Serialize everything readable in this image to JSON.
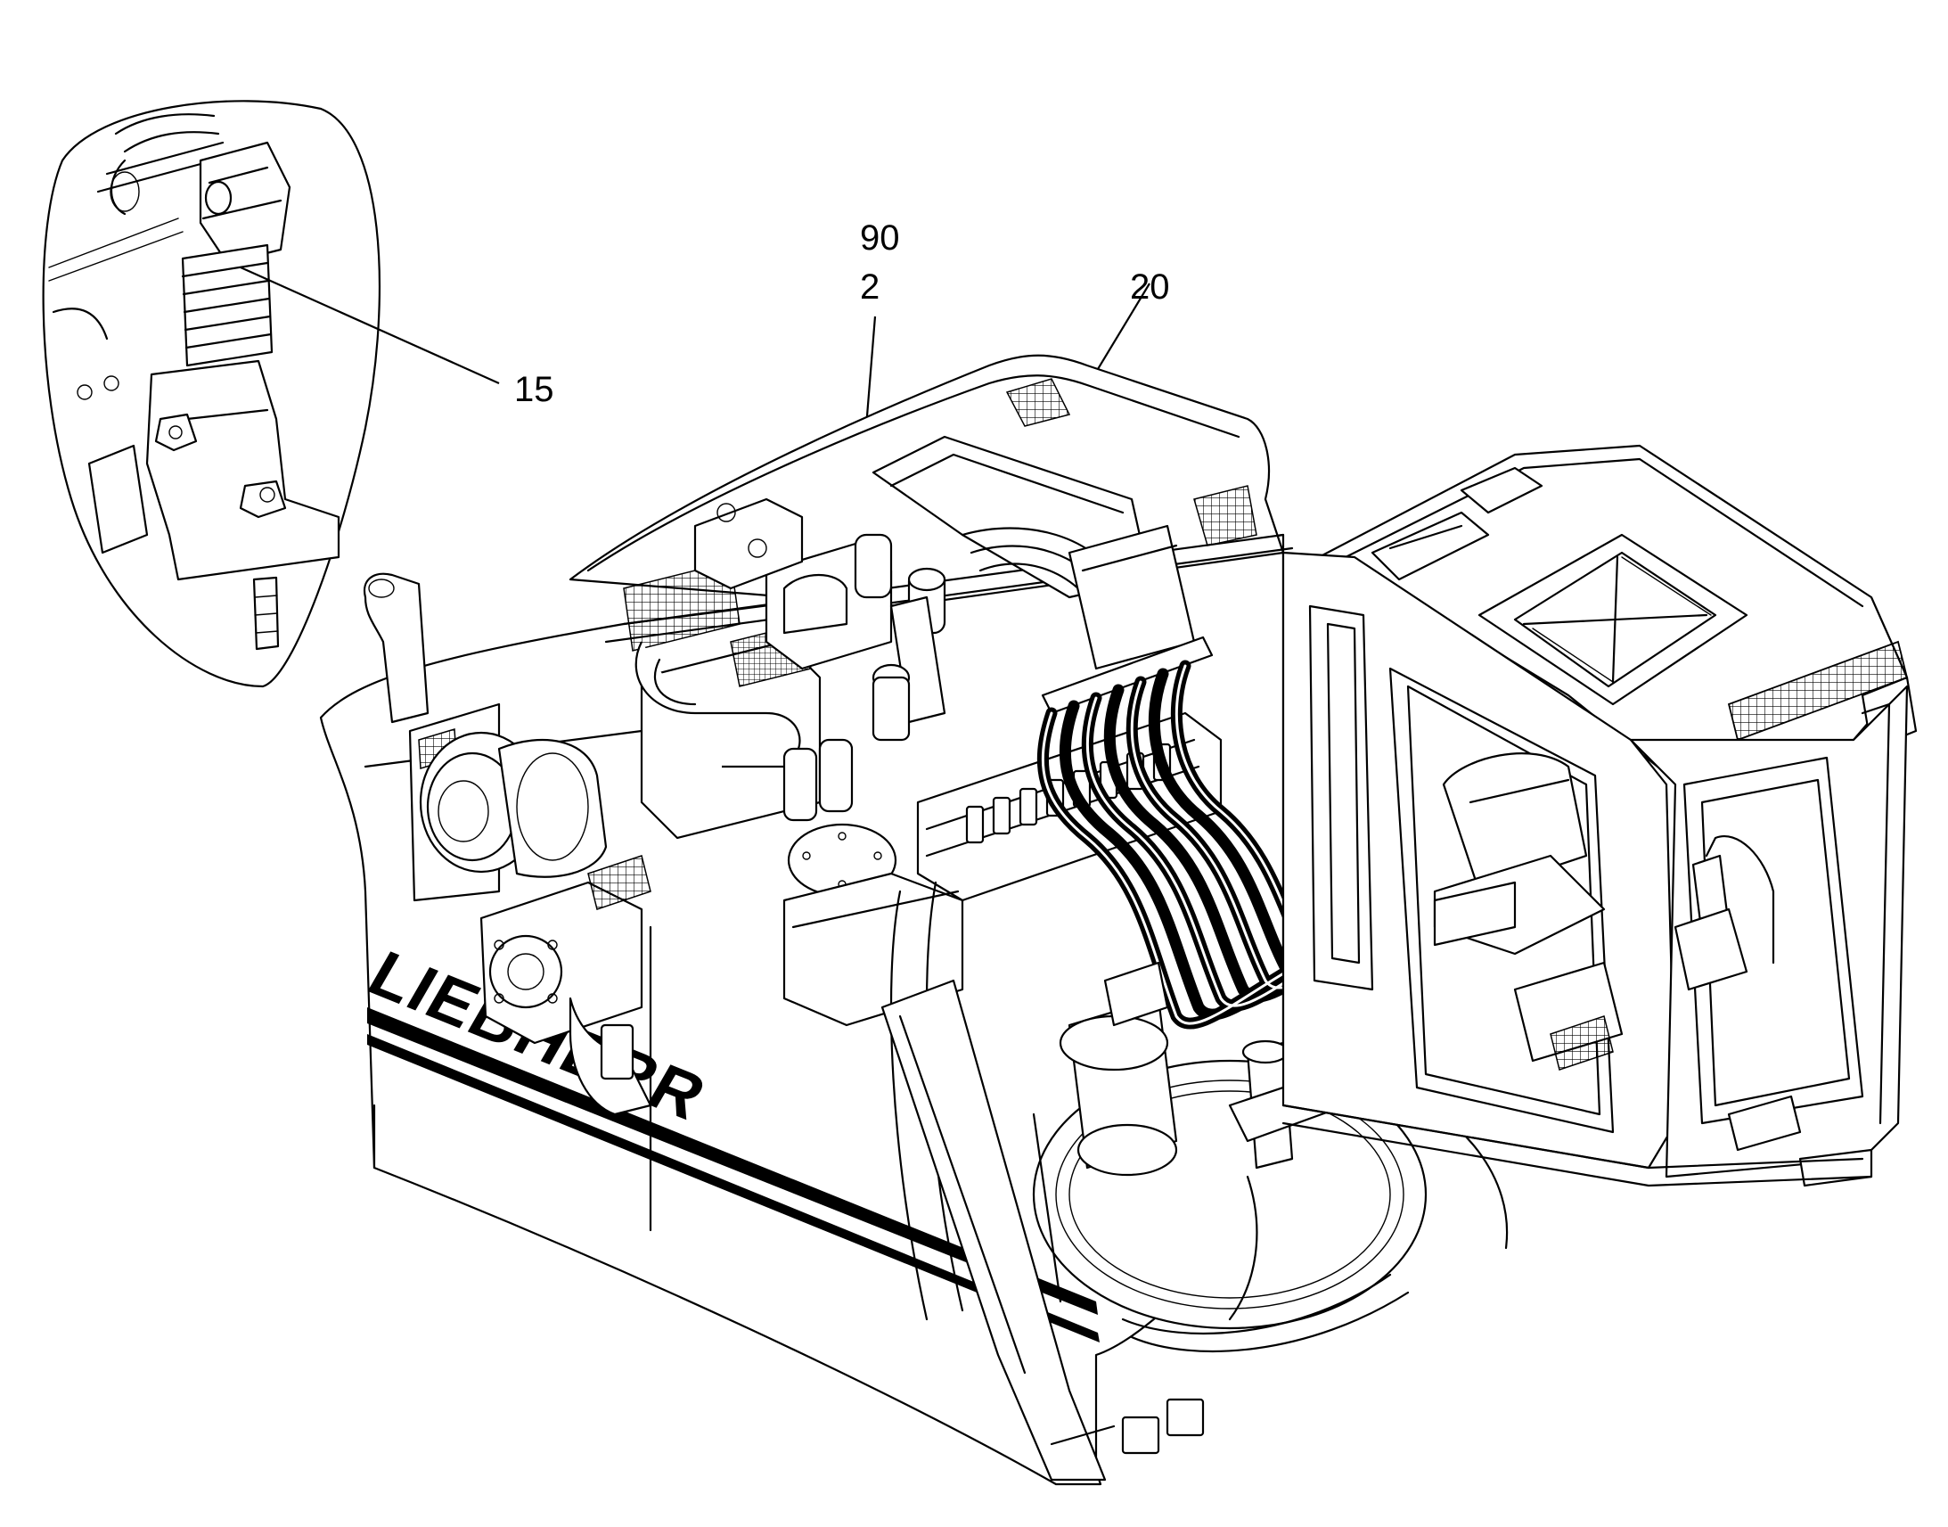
{
  "brand": "LIEBHERR",
  "callouts": {
    "c90": "90",
    "c2": "2",
    "c20": "20",
    "c15": "15"
  },
  "colors": {
    "line": "#000000",
    "background": "#ffffff"
  }
}
